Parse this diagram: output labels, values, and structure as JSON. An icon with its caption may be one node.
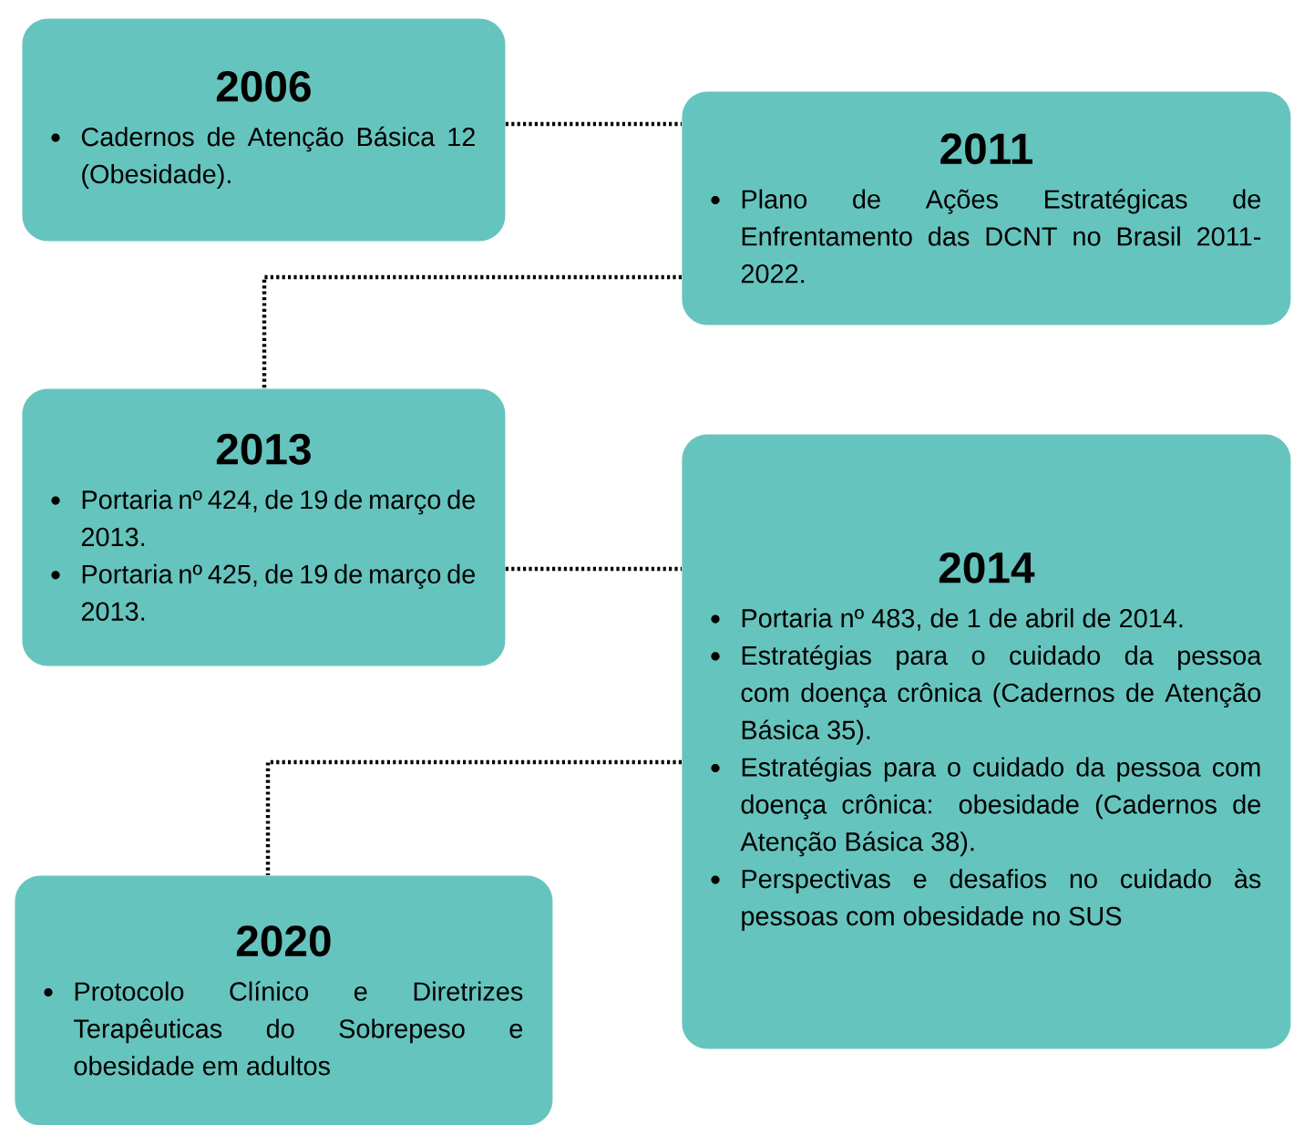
{
  "diagram": {
    "nodes": [
      {
        "text": [
          "2006",
          "Cadernos de Atenção Básica 12 (Obesidade)."
        ]
      },
      {
        "text": [
          "2011",
          "Plano de Ações Estratégicas de Enfrentamento das DCNT no Brasil 2011-2022."
        ]
      },
      {
        "text": [
          "2013",
          "Portaria nº 424, de 19 de março de 2013.",
          "Portaria nº 425, de 19 de março de 2013."
        ]
      },
      {
        "text": [
          "2014",
          "Portaria nº 483, de 1 de abril de 2014.",
          "Estratégias para o cuidado da pessoa com doença crônica (Cadernos de Atenção Básica 35).",
          "Estratégias para o cuidado da pessoa com doença crônica: obesidade (Cadernos de Atenção Básica 38).",
          "Perspectivas e desafios no cuidado às pessoas com obesidade no SUS"
        ]
      },
      {
        "text": [
          "2020",
          "Protocolo Clínico e Diretrizes Terapêuticas do Sobrepeso e obesidade em adultos"
        ]
      }
    ],
    "edges": [
      {
        "from": 0,
        "to": 1,
        "arrow": "none"
      },
      {
        "from": 1,
        "to": 2,
        "arrow": "none"
      },
      {
        "from": 2,
        "to": 3,
        "arrow": "none"
      },
      {
        "from": 3,
        "to": 4,
        "arrow": "none"
      }
    ]
  }
}
